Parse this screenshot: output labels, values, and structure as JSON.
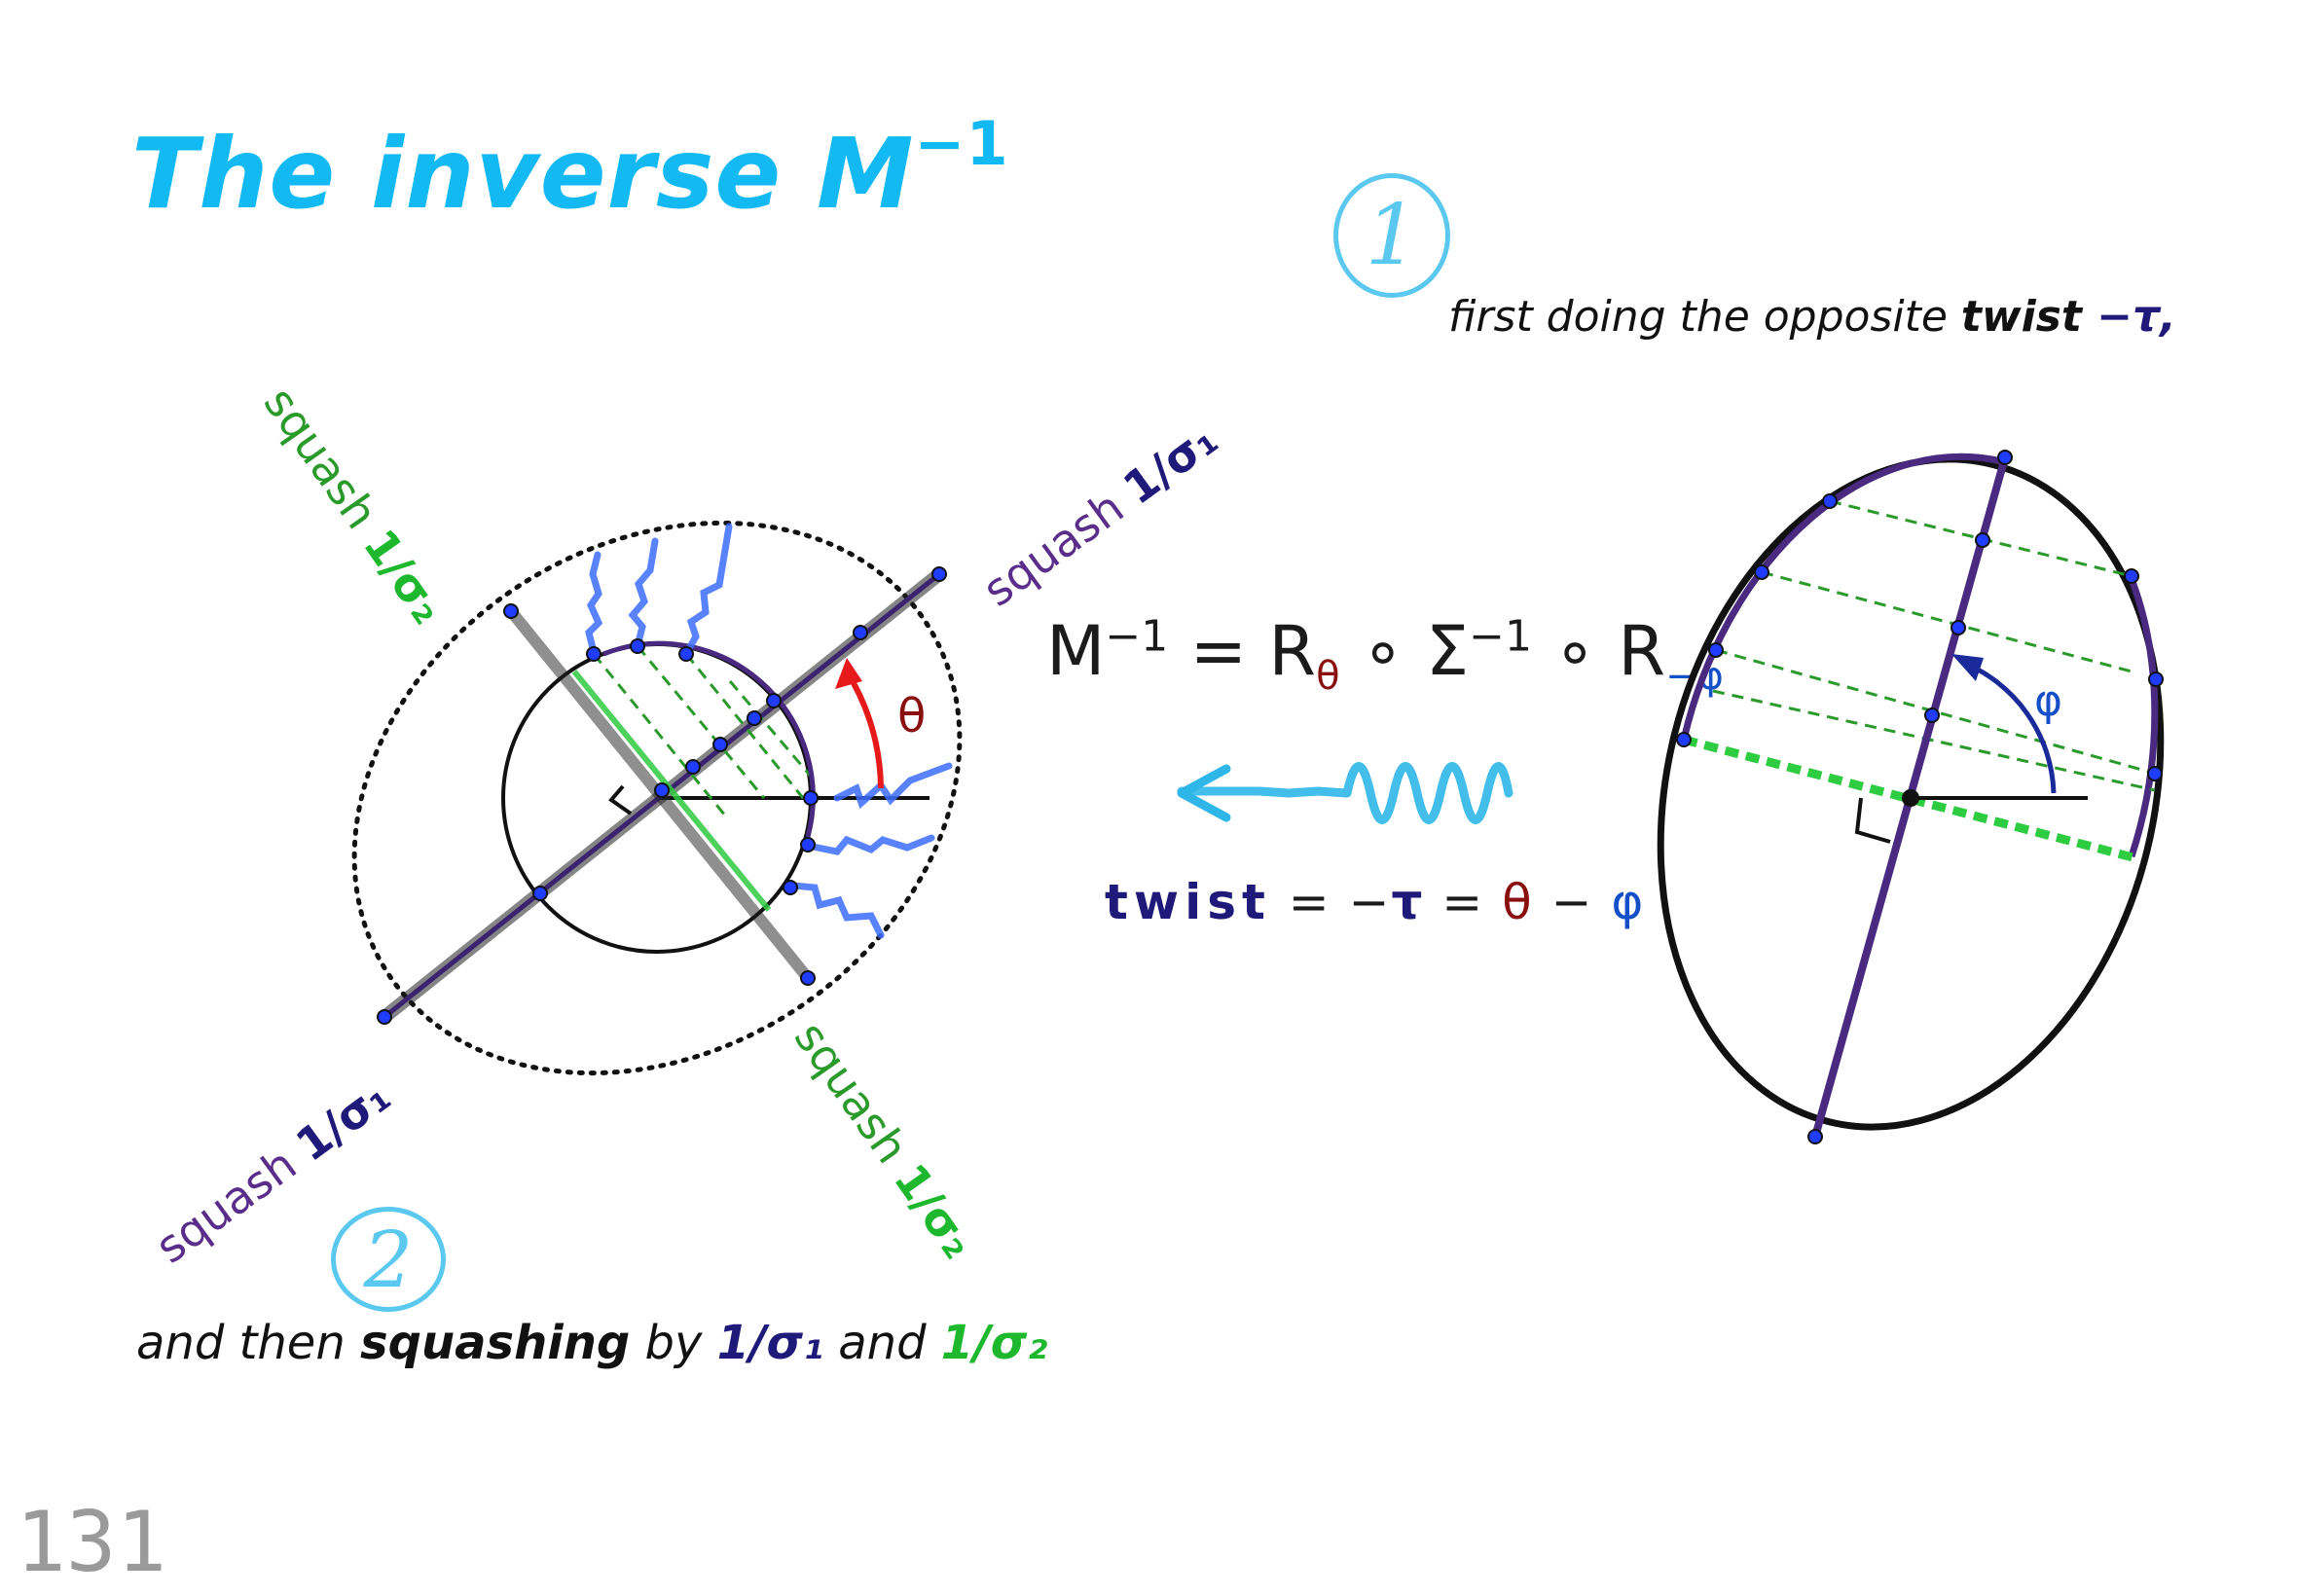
{
  "title": {
    "text": "The inverse M",
    "sup": "−1"
  },
  "page_number": "131",
  "step1": {
    "number": "1",
    "text_a": "first doing the opposite ",
    "text_b": "twist",
    "text_c": " −τ,"
  },
  "step2": {
    "number": "2",
    "text_a": "and then ",
    "text_b": "squashing",
    "text_c": " by ",
    "sigma1": "1/σ₁",
    "text_d": " and ",
    "sigma2": "1/σ₂"
  },
  "formula": {
    "lhs": "M",
    "lhs_sup": "−1",
    "eq": " = R",
    "r_sub": "θ",
    "mid": " ∘ Σ",
    "sigma_sup": "−1",
    "mid2": " ∘ R",
    "r2_sub": "−φ"
  },
  "twist_eq": {
    "label": "twist",
    "eq1": " = −",
    "tau": "τ",
    "eq2": " = ",
    "theta": "θ",
    "minus": " − ",
    "phi": "φ"
  },
  "angle_labels": {
    "theta": "θ",
    "phi": "φ"
  },
  "axis_labels": {
    "squash_word": "squash",
    "inv_sigma1": "1/σ₁",
    "inv_sigma2": "1/σ₂"
  },
  "colors": {
    "title": "#12b9f3",
    "purple_axis": "#4a2a80",
    "green_axis": "#2ecc40",
    "arrow_blue": "#2f6bff",
    "theta_arrow": "#e61a1a",
    "phi_arrow": "#1a2a9a"
  }
}
